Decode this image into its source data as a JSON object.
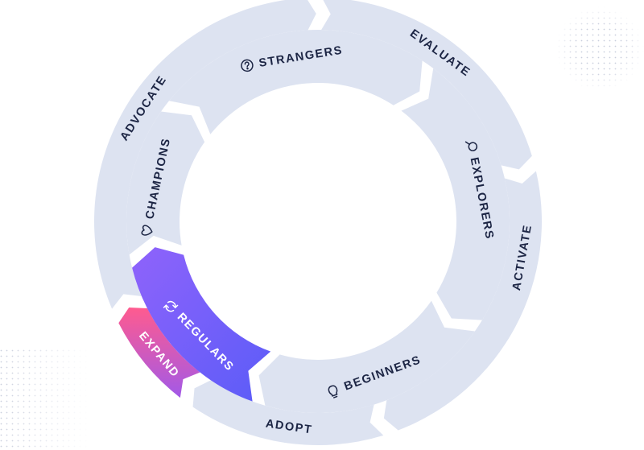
{
  "colors": {
    "track": "#dde3f1",
    "text": "#1c2544",
    "active_start": "#8f63fb",
    "active_end": "#5b5cf8",
    "expand_start": "#ff5b8f",
    "expand_end": "#a259e8",
    "dots": "#c9cedd"
  },
  "outer_ring": [
    {
      "id": "advocate",
      "label": "ADVOCATE"
    },
    {
      "id": "evaluate",
      "label": "EVALUATE"
    },
    {
      "id": "activate",
      "label": "ACTIVATE"
    },
    {
      "id": "adopt",
      "label": "ADOPT"
    },
    {
      "id": "expand",
      "label": "EXPAND",
      "highlighted": true
    }
  ],
  "inner_ring": [
    {
      "id": "strangers",
      "label": "STRANGERS",
      "icon": "question-circle-icon"
    },
    {
      "id": "explorers",
      "label": "EXPLORERS",
      "icon": "magnifier-icon"
    },
    {
      "id": "beginners",
      "label": "BEGINNERS",
      "icon": "lightbulb-icon"
    },
    {
      "id": "regulars",
      "label": "REGULARS",
      "icon": "refresh-icon",
      "highlighted": true
    },
    {
      "id": "champions",
      "label": "CHAMPIONS",
      "icon": "heart-icon"
    }
  ]
}
